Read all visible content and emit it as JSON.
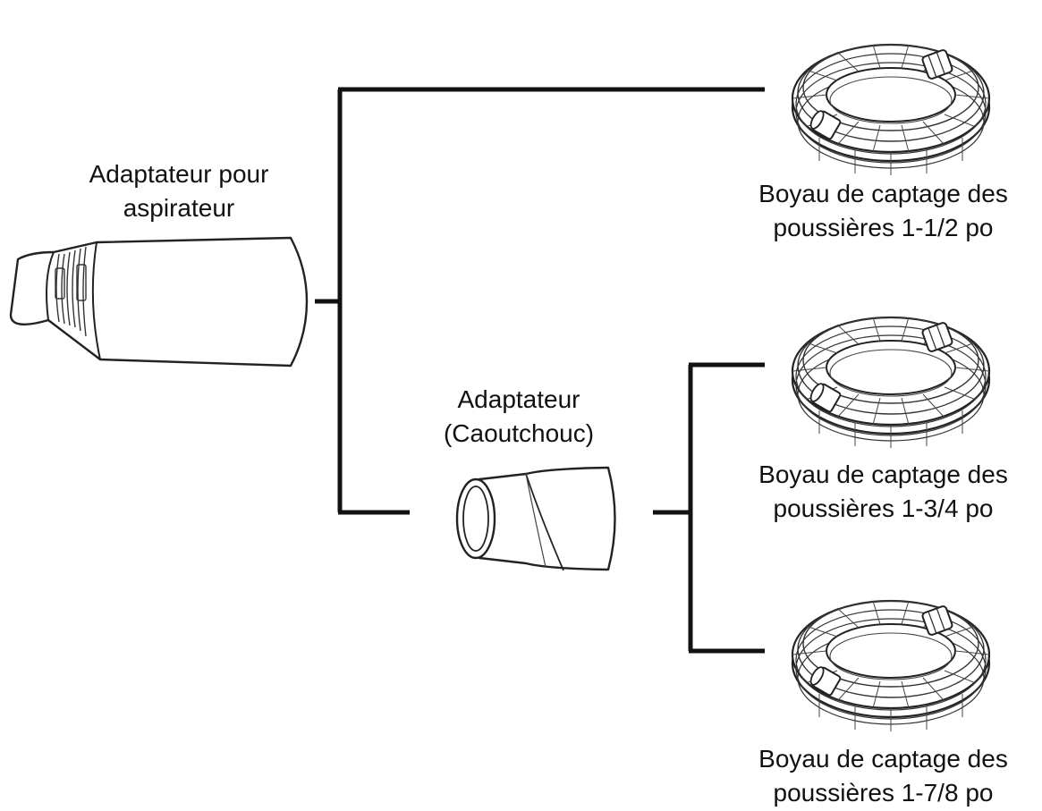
{
  "colors": {
    "line": "#111111",
    "outline": "#222222",
    "background": "#ffffff"
  },
  "labels": {
    "vacuum_adapter": {
      "line1": "Adaptateur pour",
      "line2": "aspirateur"
    },
    "rubber_adapter": {
      "line1": "Adaptateur",
      "line2": "(Caoutchouc)"
    },
    "hose_1": {
      "line1": "Boyau de captage des",
      "line2": "poussières 1-1/2 po"
    },
    "hose_2": {
      "line1": "Boyau de captage des",
      "line2": "poussières 1-3/4 po"
    },
    "hose_3": {
      "line1": "Boyau de captage des",
      "line2": "poussières 1-7/8 po"
    }
  },
  "icons": {
    "vacuum_adapter": "vacuum-adapter-icon",
    "rubber_adapter": "rubber-adapter-icon",
    "hose": "coiled-hose-icon"
  }
}
